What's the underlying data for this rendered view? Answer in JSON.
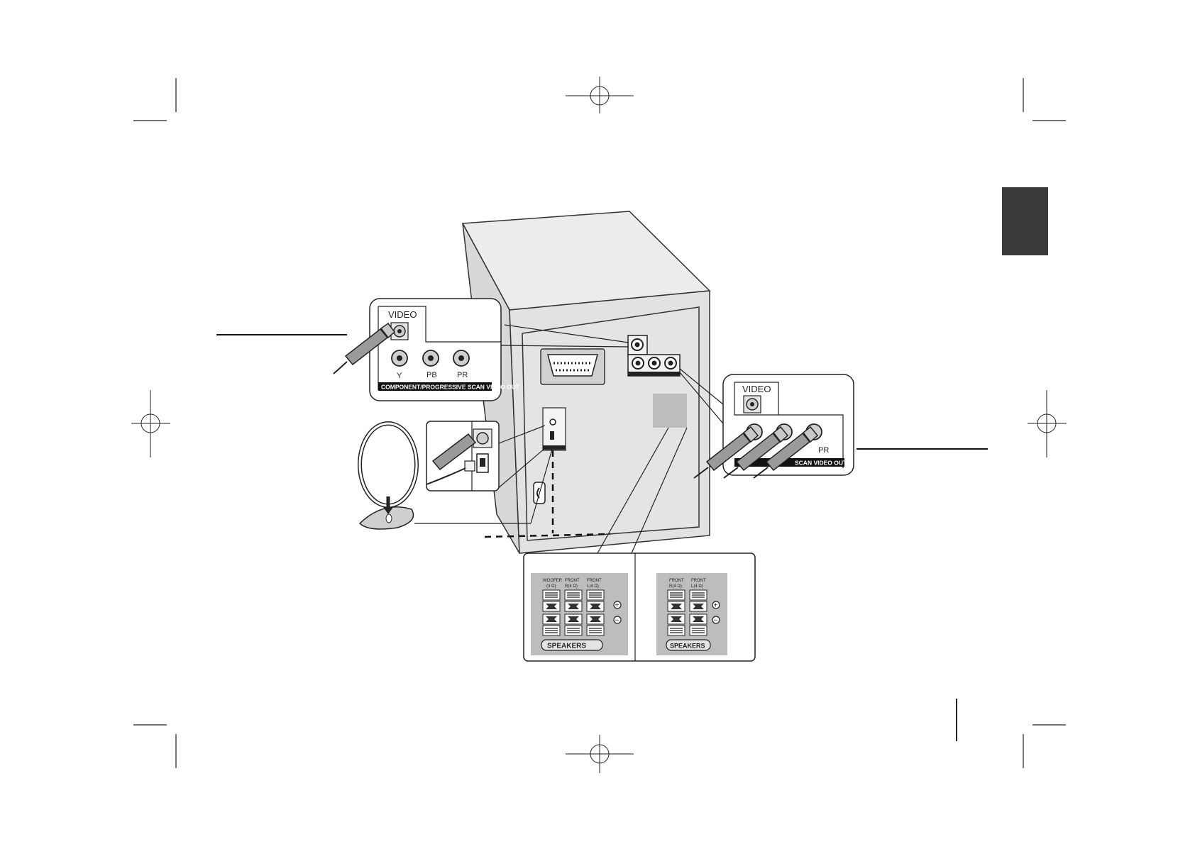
{
  "video_callout_left": {
    "video_label": "VIDEO",
    "jack_y": "Y",
    "jack_pb": "PB",
    "jack_pr": "PR",
    "bar_label": "COMPONENT/PROGRESSIVE SCAN VIDEO OUT"
  },
  "video_callout_right": {
    "video_label": "VIDEO",
    "jack_pr": "PR",
    "bar_label": "SCAN VIDEO OUT"
  },
  "speaker_panel_a": {
    "col1": "WOOFER",
    "col1_sub": "(3 Ω)",
    "col2": "FRONT",
    "col2_sub": "R(4 Ω)",
    "col3": "FRONT",
    "col3_sub": "L(4 Ω)",
    "plus": "+",
    "minus": "−",
    "speakers_label": "SPEAKERS"
  },
  "speaker_panel_b": {
    "col1": "FRONT",
    "col1_sub": "R(4 Ω)",
    "col2": "FRONT",
    "col2_sub": "L(4 Ω)",
    "plus": "+",
    "minus": "−",
    "speakers_label": "SPEAKERS"
  },
  "colors": {
    "cabinet": "#e2e2e2",
    "panel": "#bdbdbd",
    "side_tab": "#3a3a3a",
    "line": "#1a1a1a"
  }
}
